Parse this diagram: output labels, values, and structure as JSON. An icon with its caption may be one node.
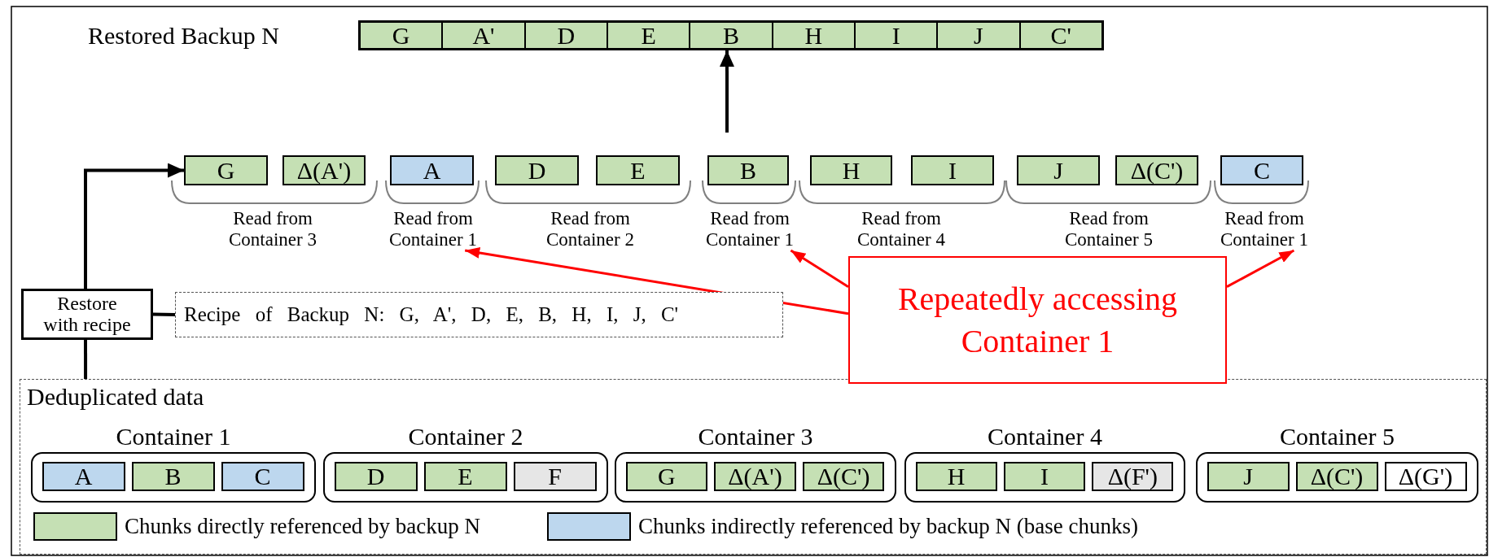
{
  "diagram": {
    "nodes": [
      {
        "text": [],
        "shape": "bar"
      },
      {
        "text": [
          "G"
        ],
        "in": 0
      },
      {
        "text": [
          "A'"
        ],
        "in": 0
      },
      {
        "text": [
          "D"
        ],
        "in": 0
      },
      {
        "text": [
          "E"
        ],
        "in": 0
      },
      {
        "text": [
          "B"
        ],
        "in": 0
      },
      {
        "text": [
          "H"
        ],
        "in": 0
      },
      {
        "text": [
          "I"
        ],
        "in": 0
      },
      {
        "text": [
          "J"
        ],
        "in": 0
      },
      {
        "text": [
          "C'"
        ],
        "in": 0
      },
      {
        "text": [
          "G"
        ]
      },
      {
        "text": [
          "Δ(A')"
        ]
      },
      {
        "text": [
          "A"
        ]
      },
      {
        "text": [
          "D"
        ]
      },
      {
        "text": [
          "E"
        ]
      },
      {
        "text": [
          "B"
        ]
      },
      {
        "text": [
          "H"
        ]
      },
      {
        "text": [
          "I"
        ]
      },
      {
        "text": [
          "J"
        ]
      },
      {
        "text": [
          "Δ(C')"
        ]
      },
      {
        "text": [
          "C"
        ]
      },
      {
        "text": [
          "Read from Container 3"
        ]
      },
      {
        "text": [
          "Read from Container 1"
        ]
      },
      {
        "text": [
          "Read from Container 2"
        ]
      },
      {
        "text": [
          "Read from Container 1"
        ]
      },
      {
        "text": [
          "Read from Container 4"
        ]
      },
      {
        "text": [
          "Read from Container 5"
        ]
      },
      {
        "text": [
          "Read from Container 1"
        ]
      },
      {
        "text": [
          "Restore with recipe"
        ]
      },
      {
        "text": [
          "Recipe of Backup N: G, A', D, E, B, H, I, J, C'"
        ]
      },
      {
        "text": [
          "Repeatedly accessing Container 1"
        ]
      },
      {
        "text": [
          "Deduplicated data"
        ]
      },
      {
        "text": [
          "Container 1"
        ],
        "in": 31
      },
      {
        "text": [
          "A"
        ],
        "in": 32
      },
      {
        "text": [
          "B"
        ],
        "in": 32
      },
      {
        "text": [
          "C"
        ],
        "in": 32
      },
      {
        "text": [
          "Container 2"
        ],
        "in": 31
      },
      {
        "text": [
          "D"
        ],
        "in": 36
      },
      {
        "text": [
          "E"
        ],
        "in": 36
      },
      {
        "text": [
          "F"
        ],
        "in": 36
      },
      {
        "text": [
          "Container 3"
        ],
        "in": 31
      },
      {
        "text": [
          "G"
        ],
        "in": 40
      },
      {
        "text": [
          "Δ(A')"
        ],
        "in": 40
      },
      {
        "text": [
          "Δ(C')"
        ],
        "in": 40
      },
      {
        "text": [
          "Container 4"
        ],
        "in": 31
      },
      {
        "text": [
          "H"
        ],
        "in": 44
      },
      {
        "text": [
          "I"
        ],
        "in": 44
      },
      {
        "text": [
          "Δ(F')"
        ],
        "in": 44
      },
      {
        "text": [
          "Container 5"
        ],
        "in": 31
      },
      {
        "text": [
          "J"
        ],
        "in": 48
      },
      {
        "text": [
          "Δ(C')"
        ],
        "in": 48
      },
      {
        "text": [
          "Δ(G')"
        ],
        "in": 48
      }
    ],
    "edges": [
      {
        "from": null,
        "to": 0,
        "arrow": "to"
      },
      {
        "from": 28,
        "to": 10,
        "arrow": "to"
      },
      {
        "from": 28,
        "to": 29,
        "arrow": "none"
      },
      {
        "from": 28,
        "to": 31,
        "arrow": "none"
      },
      {
        "from": 30,
        "to": 22,
        "arrow": "to",
        "color": "#ff0000"
      },
      {
        "from": 30,
        "to": 24,
        "arrow": "to",
        "color": "#ff0000"
      },
      {
        "from": 30,
        "to": 27,
        "arrow": "to",
        "color": "#ff0000"
      }
    ],
    "labels": [
      "Restored Backup N"
    ],
    "legend": [
      {
        "text": "Chunks directly referenced by backup N",
        "color": "#c5e0b4"
      },
      {
        "text": "Chunks indirectly referenced by backup N (base chunks)",
        "color": "#bdd7ee"
      }
    ]
  }
}
